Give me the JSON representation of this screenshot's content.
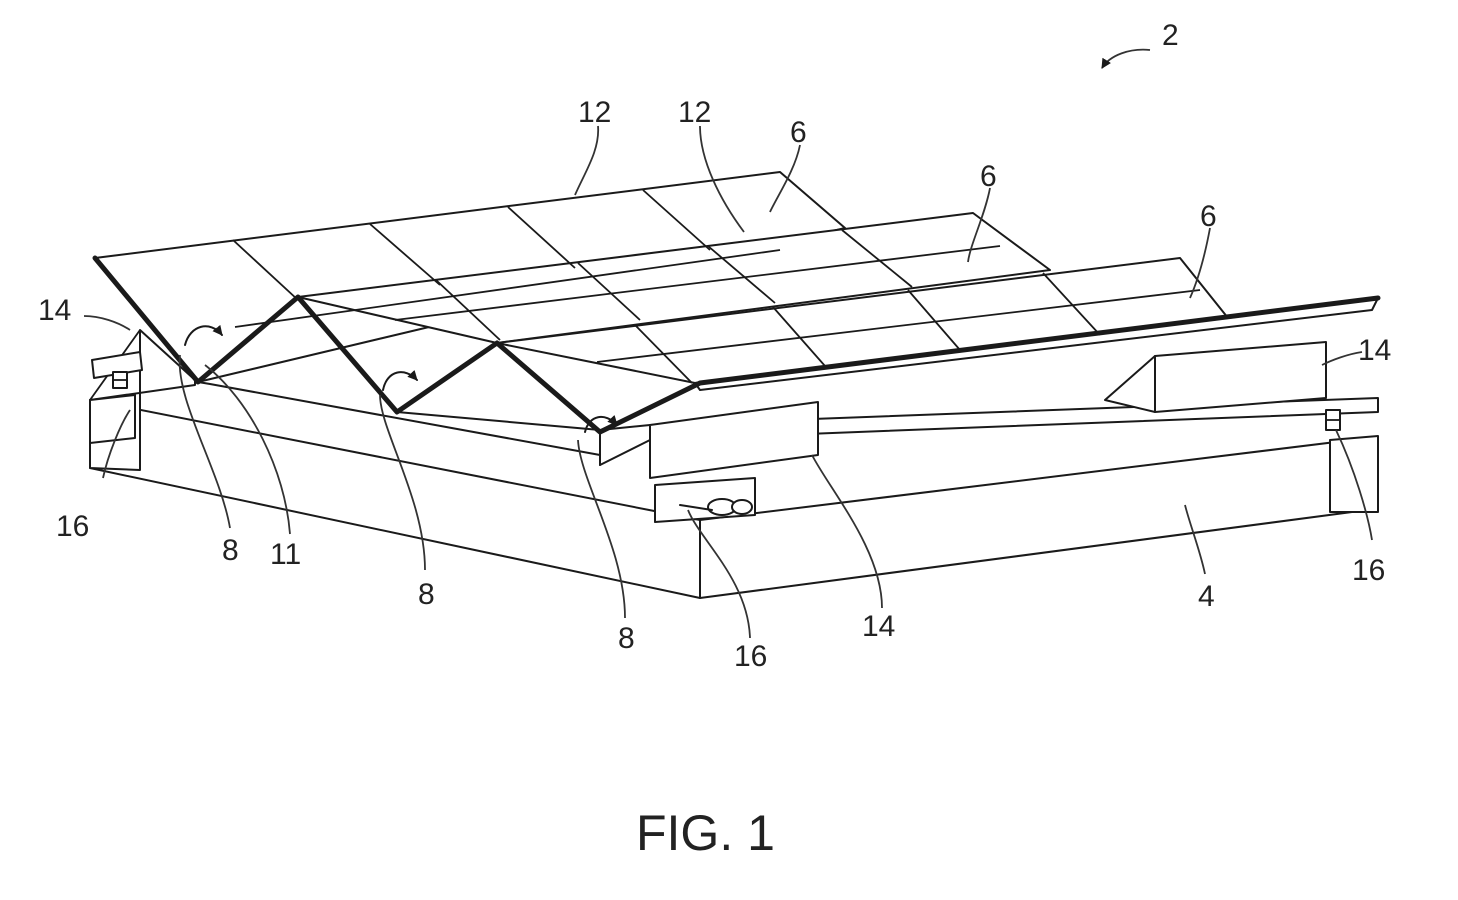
{
  "figure": {
    "caption": "FIG. 1",
    "labels": {
      "assembly": "2",
      "platform": "4",
      "panel_a": "6",
      "panel_b": "6",
      "panel_c": "6",
      "hinge_a": "8",
      "hinge_b": "8",
      "hinge_c": "8",
      "edge": "11",
      "seam_a": "12",
      "seam_b": "12",
      "bracket_left": "14",
      "bracket_front": "14",
      "bracket_right": "14",
      "mount_left": "16",
      "mount_front": "16",
      "mount_right": "16"
    }
  }
}
